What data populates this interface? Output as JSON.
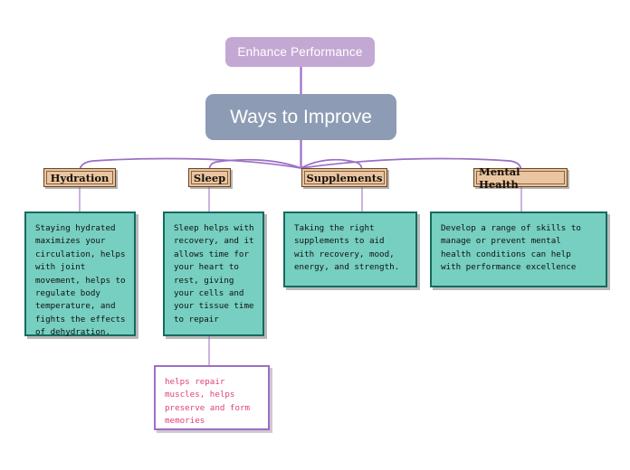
{
  "diagram": {
    "type": "mind-map",
    "title": "Ways to Improve",
    "root": {
      "label": "Enhance Performance",
      "color": "#c4a8d4",
      "text_color": "#ffffff"
    },
    "center": {
      "label": "Ways to Improve",
      "color": "#8d9cb4",
      "text_color": "#ffffff"
    },
    "connector_color": "#9b6fc4",
    "branch_label_style": {
      "fill": "#e9c5a2",
      "border": "#6b4426",
      "text_color": "#1a1008"
    },
    "detail_style": {
      "fill": "#76cfc0",
      "border": "#156b5e",
      "text_color": "#101010"
    },
    "leaf_style": {
      "fill": "#ffffff",
      "border": "#9b6fc4",
      "text_color": "#e0407a"
    },
    "branches": [
      {
        "label": "Hydration",
        "detail": "Staying hydrated\nmaximizes your\ncirculation, helps\nwith joint\nmovement, helps to\nregulate body\ntemperature, and\nfights the effects\nof dehydration."
      },
      {
        "label": "Sleep",
        "detail": "Sleep helps with\nrecovery, and it\nallows time for\nyour heart to\nrest, giving\nyour cells and\nyour tissue time\nto repair",
        "child": "helps repair\nmuscles, helps\npreserve and form\nmemories"
      },
      {
        "label": "Supplements",
        "detail": "Taking the right\nsupplements to aid\nwith recovery, mood,\nenergy, and strength."
      },
      {
        "label": "Mental Health",
        "detail": "Develop a range of skills to\nmanage or prevent mental\nhealth conditions can help\nwith performance excellence"
      }
    ]
  }
}
